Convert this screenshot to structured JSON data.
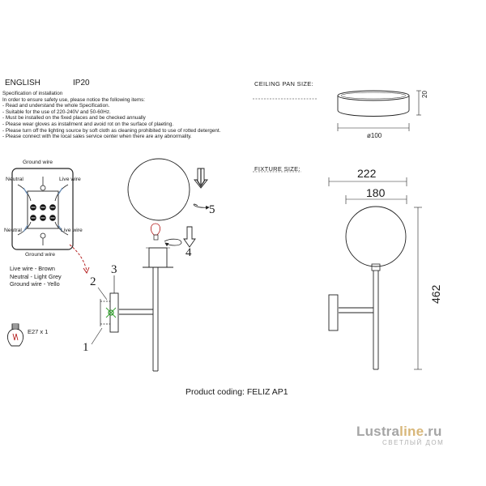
{
  "header": {
    "language": "ENGLISH",
    "ip_rating": "IP20"
  },
  "specification": [
    "Specification of installation",
    "In order to ensure safety use, please notice the following items:",
    "- Read and understand the whole Specification.",
    "- Suitable for the use of 220-240V and 50-60Hz.",
    "- Must be installed on the fixed places and be checked annually",
    "- Please wear gloves as installment and avoid rot on the surface of plaeting.",
    "- Please turn off the lighting source by soft cloth as cleaning prohibited to use of rotted detergent.",
    "- Please connect with the local sales service center when there are any abnormality."
  ],
  "wiring": {
    "ground_top": "Ground wire",
    "neutral_left": "Neutral",
    "live_right": "Live wire",
    "neutral_left_2": "Neutral",
    "live_right_2": "Live wire",
    "ground_bottom": "Ground wire"
  },
  "legend": [
    "Live wire - Brown",
    "Neutral - Light Grey",
    "Ground wire - Yello"
  ],
  "bulb": {
    "label": "E27 x 1"
  },
  "assembly": {
    "callouts": [
      "1",
      "2",
      "3",
      "4",
      "5"
    ]
  },
  "ceiling_pan": {
    "title": "CEILING PAN  SIZE:",
    "height": "20",
    "diameter": "ø100"
  },
  "fixture": {
    "title": "FIXTURE SIZE:",
    "depth": "222",
    "shade_diameter": "180",
    "height": "462"
  },
  "product": {
    "coding": "Product coding: FELIZ AP1"
  },
  "watermark": {
    "brand_gray": "Lustra",
    "brand_accent": "line",
    "brand_tld": ".ru",
    "tagline": "СВЕТЛЫЙ ДОМ"
  }
}
